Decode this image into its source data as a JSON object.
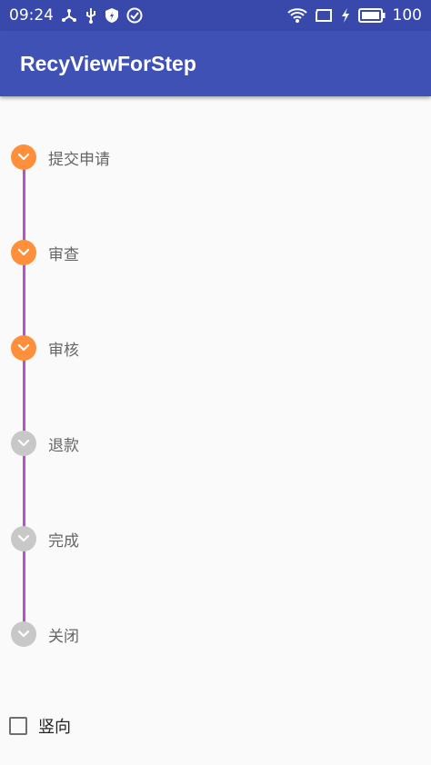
{
  "status_bar": {
    "time": "09:24",
    "battery_level": "100",
    "left_icons": [
      "usb-connection-icon",
      "usb-debug-icon",
      "shield-icon",
      "check-circle-icon"
    ],
    "right_icons": [
      "wifi-icon",
      "screen-icon",
      "charging-icon",
      "battery-icon"
    ]
  },
  "app_bar": {
    "title": "RecyViewForStep",
    "color": "#3f51b5"
  },
  "steps": {
    "completed_color": "#ff8f3b",
    "pending_color": "#c8c8c8",
    "line_color": "#b752c8",
    "items": [
      {
        "label": "提交申请",
        "status": "done",
        "icon": "chevron-down-icon"
      },
      {
        "label": "审查",
        "status": "done",
        "icon": "chevron-down-icon"
      },
      {
        "label": "审核",
        "status": "done",
        "icon": "chevron-down-icon"
      },
      {
        "label": "退款",
        "status": "pending",
        "icon": "chevron-down-icon"
      },
      {
        "label": "完成",
        "status": "pending",
        "icon": "chevron-down-icon"
      },
      {
        "label": "关闭",
        "status": "pending",
        "icon": "chevron-down-icon"
      }
    ]
  },
  "vertical_toggle": {
    "label": "竖向",
    "checked": false
  }
}
